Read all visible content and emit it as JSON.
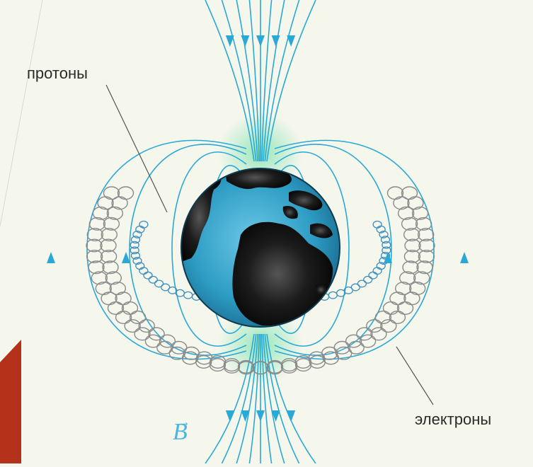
{
  "labels": {
    "protons": "протоны",
    "electrons": "электроны",
    "field_symbol": "B",
    "field_arrow": "→"
  },
  "colors": {
    "background": "#f5f6ec",
    "field_lines": "#2aa9d6",
    "proton_coil": "#3d8fc0",
    "electron_coil": "#8a8a8a",
    "ocean": "#2d9cc4",
    "land": "#111111",
    "glow": "#7ee3b0",
    "side_bar": "#b5321a"
  },
  "icons": {
    "planet": "earth-globe-icon",
    "field_arrow": "arrowhead-icon"
  }
}
